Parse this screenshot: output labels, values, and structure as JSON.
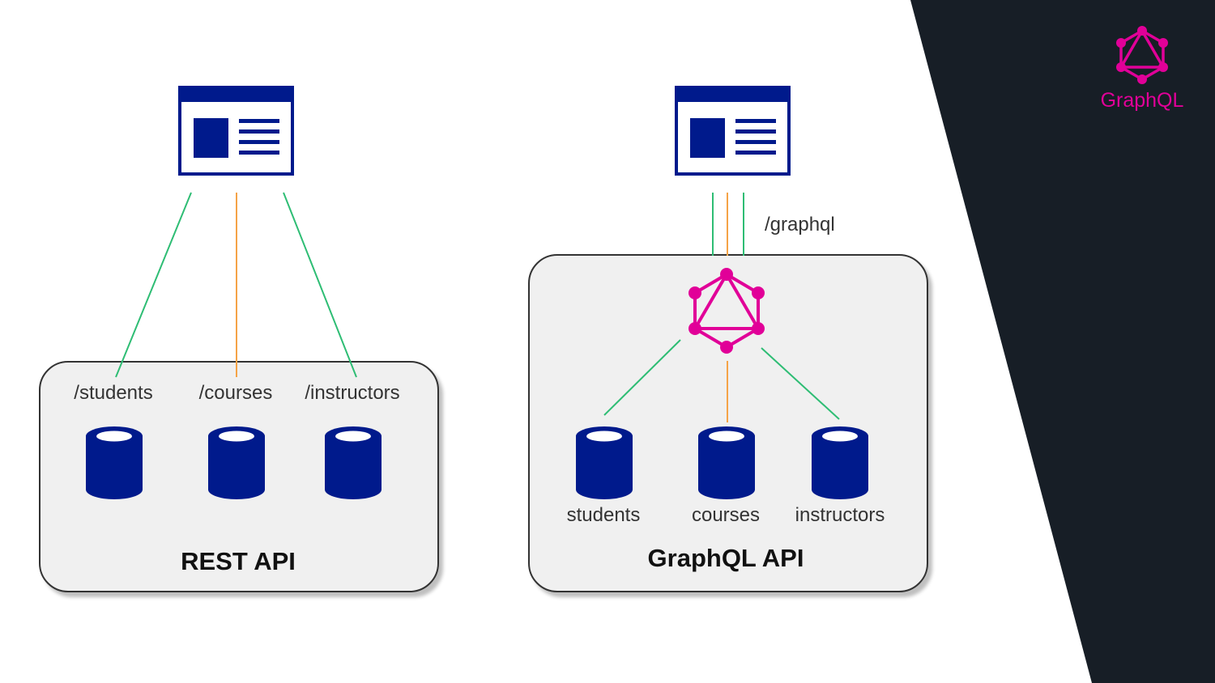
{
  "colors": {
    "accent": "#e10098",
    "dark_panel": "#171e26",
    "icon_navy": "#001a8c",
    "line_green": "#2ebd74",
    "line_orange": "#f5a347"
  },
  "brand": {
    "logo_icon": "graphql-logo-icon",
    "label": "GraphQL"
  },
  "rest": {
    "client_icon": "browser-window-icon",
    "endpoints": [
      "/students",
      "/courses",
      "/instructors"
    ],
    "database_icon": "database-cylinder-icon",
    "title": "REST API"
  },
  "graphql": {
    "client_icon": "browser-window-icon",
    "endpoint": "/graphql",
    "hub_icon": "graphql-logo-icon",
    "databases": [
      "students",
      "courses",
      "instructors"
    ],
    "title": "GraphQL API"
  }
}
